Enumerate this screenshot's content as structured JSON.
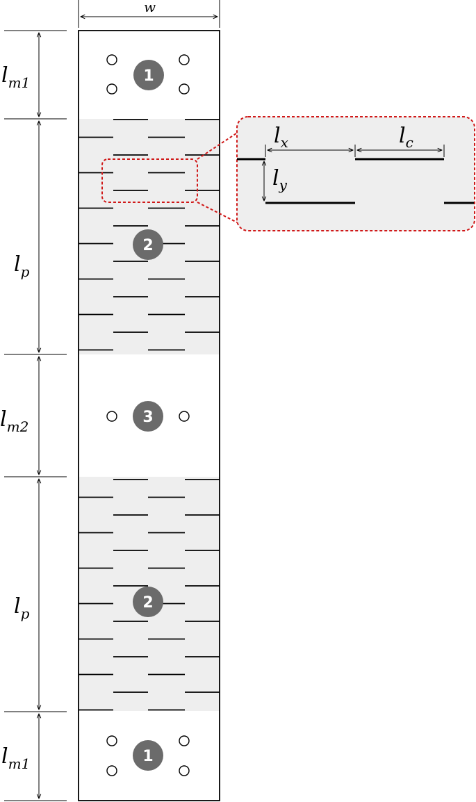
{
  "diagram": {
    "width_label": {
      "main": "w"
    },
    "segment_labels": {
      "lm1_top": {
        "main": "l",
        "sub": "m1"
      },
      "lp_upper": {
        "main": "l",
        "sub": "p"
      },
      "lm2": {
        "main": "l",
        "sub": "m2"
      },
      "lp_lower": {
        "main": "l",
        "sub": "p"
      },
      "lm1_bottom": {
        "main": "l",
        "sub": "m1"
      }
    },
    "zone_badges": {
      "zone1_top": "1",
      "zone2_upper": "2",
      "zone3": "3",
      "zone2_lower": "2",
      "zone1_bottom": "1"
    },
    "inset_labels": {
      "lx": {
        "main": "l",
        "sub": "x"
      },
      "lc": {
        "main": "l",
        "sub": "c"
      },
      "ly": {
        "main": "l",
        "sub": "y"
      }
    },
    "colors": {
      "outline": "#000000",
      "perforated_fill": "#eeeeee",
      "badge_fill": "#6b6b6b",
      "badge_text": "#ffffff",
      "callout": "#d01818"
    }
  }
}
